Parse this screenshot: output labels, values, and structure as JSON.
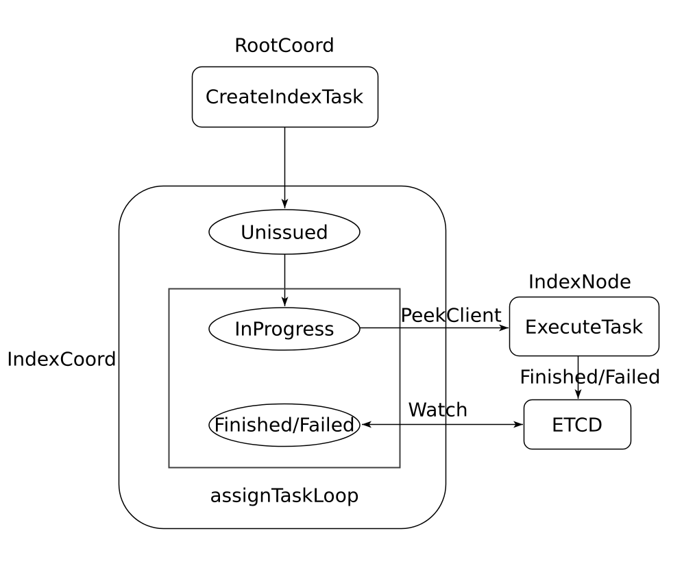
{
  "canvas": {
    "background": "#ffffff",
    "stroke_color": "#000000",
    "text_color": "#000000"
  },
  "nodes": {
    "root_coord_group_label": "RootCoord",
    "create_index_task": "CreateIndexTask",
    "index_coord_group_label": "IndexCoord",
    "unissued": "Unissued",
    "in_progress": "InProgress",
    "finished_failed": "Finished/Failed",
    "assign_task_loop_label": "assignTaskLoop",
    "index_node_group_label": "IndexNode",
    "execute_task": "ExecuteTask",
    "etcd": "ETCD"
  },
  "edges": {
    "peek_client": "PeekClient",
    "finished_failed": "Finished/Failed",
    "watch": "Watch"
  }
}
